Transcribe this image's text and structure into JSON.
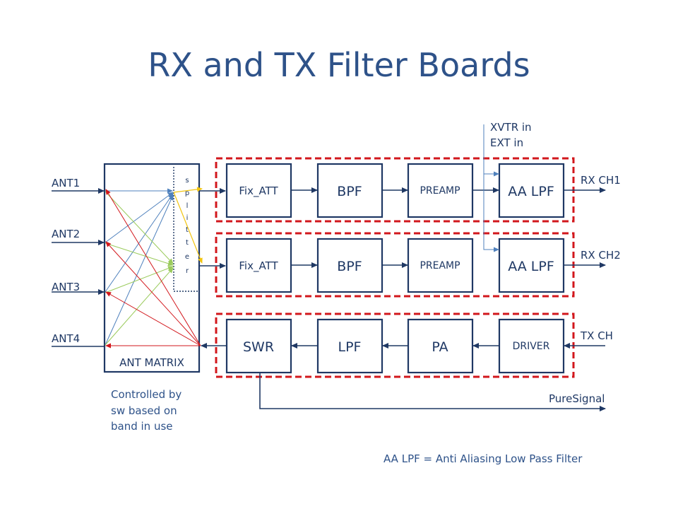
{
  "title": "RX and TX Filter Boards",
  "antennas": [
    "ANT1",
    "ANT2",
    "ANT3",
    "ANT4"
  ],
  "ant_matrix_label": "ANT MATRIX",
  "splitter_letters": [
    "s",
    "p",
    "l",
    "i",
    "t",
    "t",
    "e",
    "r"
  ],
  "rx1_chain": [
    "Fix_ATT",
    "BPF",
    "PREAMP",
    "AA LPF"
  ],
  "rx2_chain": [
    "Fix_ATT",
    "BPF",
    "PREAMP",
    "AA LPF"
  ],
  "tx_chain": [
    "SWR",
    "LPF",
    "PA",
    "DRIVER"
  ],
  "inputs": {
    "xvtr": "XVTR in",
    "ext": "EXT in"
  },
  "outputs": {
    "rx_ch1": "RX CH1",
    "rx_ch2": "RX CH2",
    "tx_ch": "TX CH",
    "puresignal": "PureSignal"
  },
  "control_note": [
    "Controlled by",
    "sw based on",
    "band in use"
  ],
  "legend_note": "AA LPF = Anti Aliasing Low Pass Filter",
  "colors": {
    "title": "#2e5289",
    "line": "#1f3864",
    "group_border": "#d2171c",
    "blue": "#4f81bd",
    "green": "#9bcb5d",
    "red": "#d2171c",
    "yellow": "#f1c40f"
  }
}
